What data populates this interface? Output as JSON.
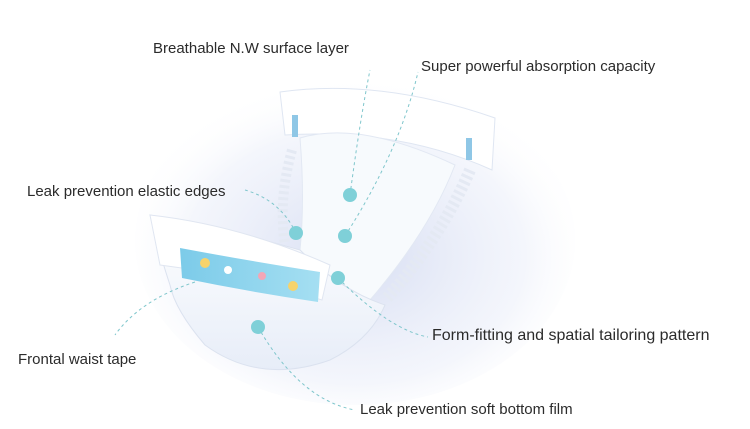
{
  "colors": {
    "callout_dot": "#7fd0d8",
    "leader_line": "#7fc6cc",
    "label_text": "#2b2b2b",
    "diaper_fill": "#f5f9fd",
    "diaper_shadow": "#c9d2ee",
    "waist_tape": "#8fd3ec",
    "side_tab": "#8fc7e6"
  },
  "callouts": [
    {
      "id": "breathable-surface",
      "text": "Breathable N.W surface layer"
    },
    {
      "id": "absorption",
      "text": "Super powerful absorption capacity"
    },
    {
      "id": "elastic-edges",
      "text": "Leak prevention elastic edges"
    },
    {
      "id": "waist-tape",
      "text": "Frontal waist tape"
    },
    {
      "id": "tailoring-pattern",
      "text": "Form-fitting and spatial tailoring pattern"
    },
    {
      "id": "bottom-film",
      "text": "Leak prevention soft bottom film"
    }
  ]
}
